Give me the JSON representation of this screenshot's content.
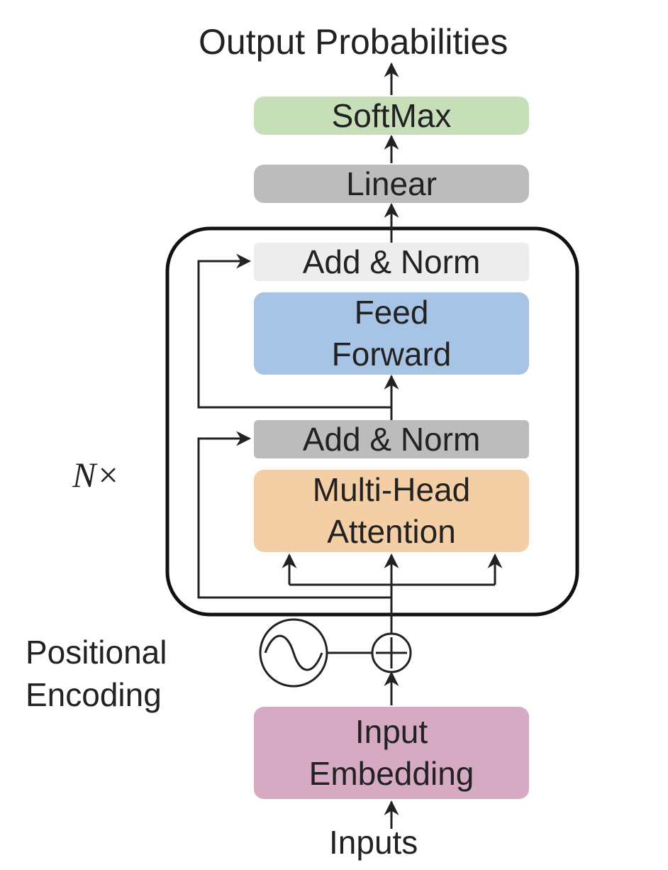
{
  "title": "Output Probabilities",
  "blocks": {
    "softmax": {
      "label": "SoftMax",
      "color": "#c7dfb8"
    },
    "linear": {
      "label": "Linear",
      "color": "#bcbcbc"
    },
    "add_norm_top": {
      "label": "Add & Norm",
      "color": "#ededed"
    },
    "feed_forward": {
      "line1": "Feed",
      "line2": "Forward",
      "color": "#a7c4e4"
    },
    "add_norm_bottom": {
      "label": "Add & Norm",
      "color": "#bcbcbc"
    },
    "multi_head_attention": {
      "line1": "Multi-Head",
      "line2": "Attention",
      "color": "#f4cfa5"
    },
    "input_embedding": {
      "line1": "Input",
      "line2": "Embedding",
      "color": "#d5aac2"
    }
  },
  "repeat_label": "N×",
  "positional_encoding": {
    "line1": "Positional",
    "line2": "Encoding"
  },
  "inputs_label": "Inputs"
}
